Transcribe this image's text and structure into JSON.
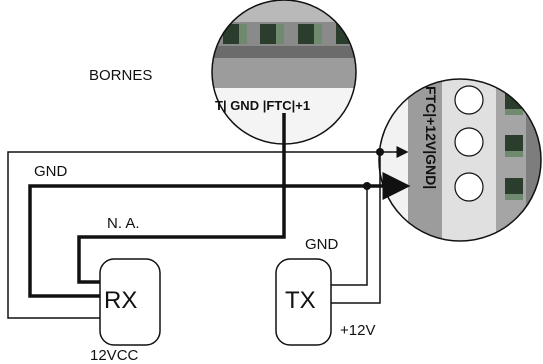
{
  "labels": {
    "bornes": "BORNES",
    "gnd_wire": "GND",
    "na_wire": "N. A.",
    "gnd_tx": "GND",
    "plus12v": "+12V",
    "vcc12": "12VCC"
  },
  "devices": {
    "rx": "RX",
    "tx": "TX"
  },
  "terminal_top": {
    "text": "T| GND |FTC|+1"
  },
  "terminal_right": {
    "text": "FTC|+12V|GND|"
  },
  "colors": {
    "wire": "#111111",
    "block_dark": "#555555",
    "block_mid": "#8a8a8a",
    "block_light": "#c8c8c8",
    "green_dark": "#2b3d2c",
    "green_light": "#6f8a6e"
  }
}
